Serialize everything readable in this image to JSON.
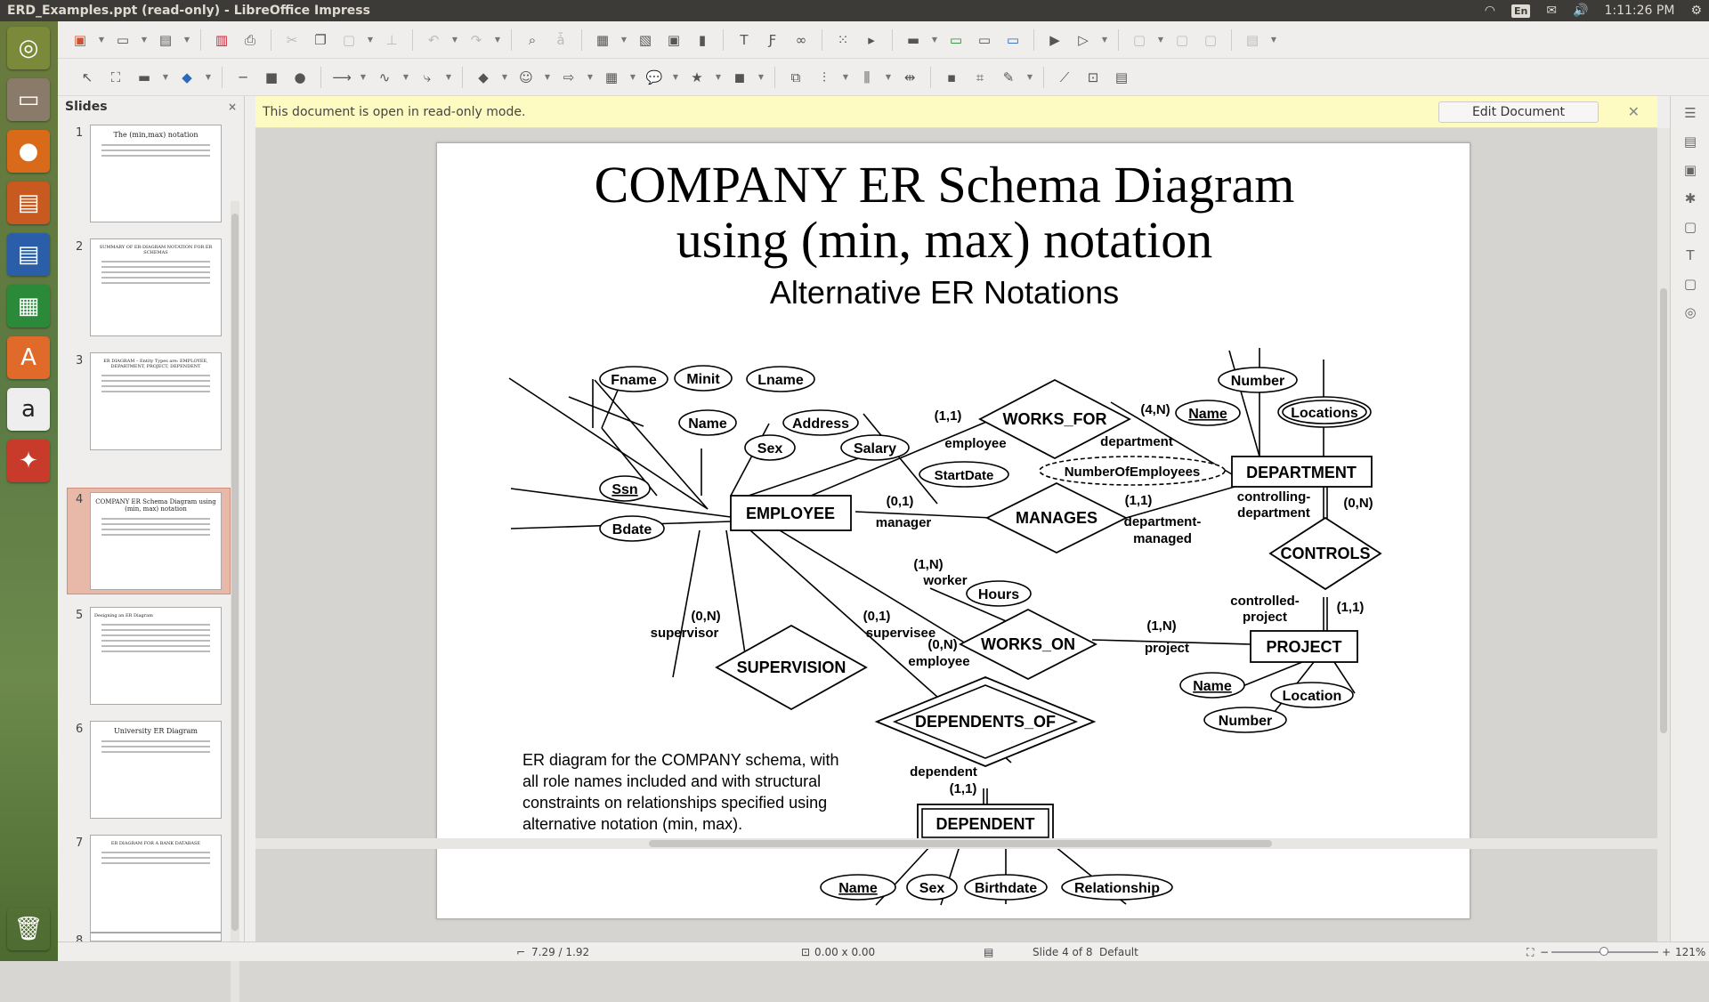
{
  "window": {
    "title": "ERD_Examples.ppt (read-only) - LibreOffice Impress",
    "clock": "1:11:26 PM",
    "lang": "En"
  },
  "panel": {
    "title": "Slides"
  },
  "thumbs": [
    {
      "num": "1",
      "title": "The (min,max) notation"
    },
    {
      "num": "2",
      "title": "SUMMARY OF ER-DIAGRAM NOTATION FOR ER SCHEMAS"
    },
    {
      "num": "3",
      "title": "ER DIAGRAM – Entity Types are: EMPLOYEE, DEPARTMENT, PROJECT, DEPENDENT"
    },
    {
      "num": "4",
      "title": "COMPANY ER Schema Diagram using (min, max) notation"
    },
    {
      "num": "5",
      "title": "Designing an ER Diagram"
    },
    {
      "num": "6",
      "title": "University ER Diagram"
    },
    {
      "num": "7",
      "title": "ER DIAGRAM FOR A BANK DATABASE"
    },
    {
      "num": "8",
      "title": ""
    }
  ],
  "infobar": {
    "message": "This document is open in read-only mode.",
    "edit_label": "Edit Document"
  },
  "slide": {
    "title1": "COMPANY ER Schema Diagram",
    "title2": "using (min, max) notation",
    "subtitle": "Alternative ER Notations",
    "caption": [
      "ER diagram for the COMPANY schema, with",
      "all role names included and with structural",
      "constraints on relationships specified using",
      "alternative notation (min, max)."
    ],
    "entities": {
      "employee": "EMPLOYEE",
      "department": "DEPARTMENT",
      "project": "PROJECT",
      "dependent": "DEPENDENT"
    },
    "relationships": {
      "works_for": "WORKS_FOR",
      "manages": "MANAGES",
      "works_on": "WORKS_ON",
      "controls": "CONTROLS",
      "supervision": "SUPERVISION",
      "dependents_of": "DEPENDENTS_OF"
    },
    "attrs": {
      "fname": "Fname",
      "minit": "Minit",
      "lname": "Lname",
      "name": "Name",
      "address": "Address",
      "sex": "Sex",
      "salary": "Salary",
      "ssn": "Ssn",
      "bdate": "Bdate",
      "startdate": "StartDate",
      "numemp": "NumberOfEmployees",
      "dnumber": "Number",
      "dname": "Name",
      "locations": "Locations",
      "hours": "Hours",
      "pname": "Name",
      "pnumber": "Number",
      "plocation": "Location",
      "depname": "Name",
      "depsex": "Sex",
      "birthdate": "Birthdate",
      "relationship": "Relationship"
    },
    "labels": {
      "wf_emp_c": "(1,1)",
      "wf_emp_r": "employee",
      "wf_dept_c": "(4,N)",
      "wf_dept_r": "department",
      "mg_emp_c": "(0,1)",
      "mg_emp_r": "manager",
      "mg_dept_c": "(1,1)",
      "mg_dept_r1": "department-",
      "mg_dept_r2": "managed",
      "ct_dept_r1": "controlling-",
      "ct_dept_r2": "department",
      "ct_dept_c": "(0,N)",
      "ct_proj_r1": "controlled-",
      "ct_proj_r2": "project",
      "ct_proj_c": "(1,1)",
      "wo_emp_c": "(1,N)",
      "wo_emp_r": "worker",
      "wo_proj_c": "(1,N)",
      "wo_proj_r": "project",
      "sv_sup_c": "(0,N)",
      "sv_sup_r": "supervisor",
      "sv_see_c": "(0,1)",
      "sv_see_r": "supervisee",
      "do_emp_c": "(0,N)",
      "do_emp_r": "employee",
      "do_dep_r": "dependent",
      "do_dep_c": "(1,1)"
    }
  },
  "status": {
    "position": "7.29 / 1.92",
    "size": "0.00 x 0.00",
    "slide": "Slide 4 of 8",
    "layout": "Default",
    "zoom": "121%"
  }
}
